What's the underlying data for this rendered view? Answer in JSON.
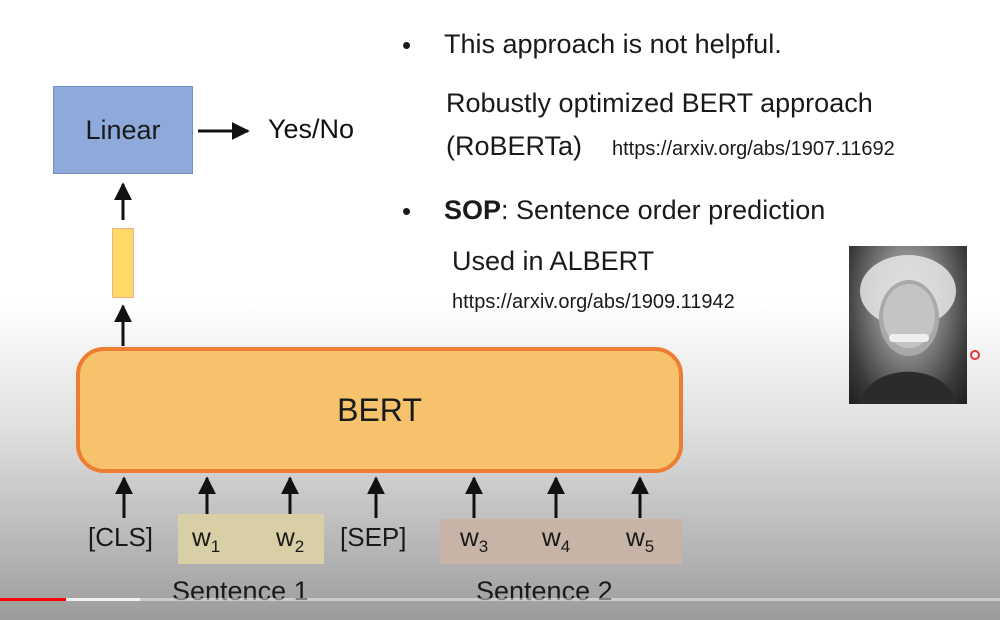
{
  "diagram": {
    "linear_label": "Linear",
    "output_label": "Yes/No",
    "bert_label": "BERT",
    "tokens": [
      {
        "base": "[CLS]",
        "sub": ""
      },
      {
        "base": "w",
        "sub": "1"
      },
      {
        "base": "w",
        "sub": "2"
      },
      {
        "base": "[SEP]",
        "sub": ""
      },
      {
        "base": "w",
        "sub": "3"
      },
      {
        "base": "w",
        "sub": "4"
      },
      {
        "base": "w",
        "sub": "5"
      }
    ],
    "sentence1_label": "Sentence 1",
    "sentence2_label": "Sentence 2"
  },
  "notes": {
    "bullet1": "This approach is not helpful.",
    "roberta_line1": "Robustly optimized BERT approach",
    "roberta_line2": "(RoBERTa)",
    "roberta_url": "https://arxiv.org/abs/1907.11692",
    "bullet2_bold": "SOP",
    "bullet2_rest": ": Sentence order prediction",
    "albert_line": "Used in ALBERT",
    "albert_url": "https://arxiv.org/abs/1909.11942",
    "bullet_char": "•"
  },
  "video": {
    "progress_fraction": 0.066,
    "buffer_fraction": 0.14
  },
  "colors": {
    "linear": "#8eaadb",
    "bert_fill": "#f6c26b",
    "bert_border": "#ed7d31",
    "hidden": "#ffd966",
    "sentence1_band": "#d8cfa6",
    "sentence2_band": "#c8b4a6",
    "progress": "#ff0000"
  }
}
